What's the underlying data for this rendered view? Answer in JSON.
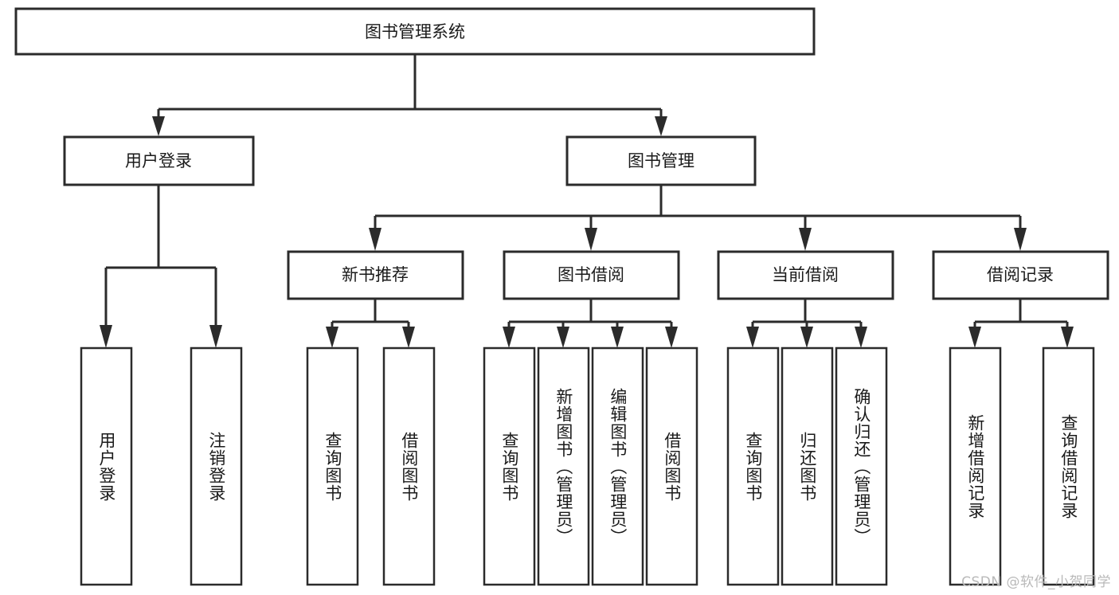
{
  "diagram": {
    "type": "tree",
    "title": "图书管理系统",
    "watermark": "CSDN @软件_小贺同学",
    "colors": {
      "stroke": "#2b2b2b",
      "fill": "#ffffff",
      "text": "#1a1a1a",
      "watermark": "#b9b9b9"
    },
    "root": {
      "label": "图书管理系统"
    },
    "level2": [
      {
        "label": "用户登录"
      },
      {
        "label": "图书管理"
      }
    ],
    "level3": [
      {
        "label": "新书推荐"
      },
      {
        "label": "图书借阅"
      },
      {
        "label": "当前借阅"
      },
      {
        "label": "借阅记录"
      }
    ],
    "leaves": {
      "user_login": [
        {
          "label": "用户登录"
        },
        {
          "label": "注销登录"
        }
      ],
      "new_book": [
        {
          "label": "查询图书"
        },
        {
          "label": "借阅图书"
        }
      ],
      "book_borrow": [
        {
          "label": "查询图书"
        },
        {
          "label": "新增图书（管理员）"
        },
        {
          "label": "编辑图书（管理员）"
        },
        {
          "label": "借阅图书"
        }
      ],
      "current_borrow": [
        {
          "label": "查询图书"
        },
        {
          "label": "归还图书"
        },
        {
          "label": "确认归还（管理员）"
        }
      ],
      "borrow_record": [
        {
          "label": "新增借阅记录"
        },
        {
          "label": "查询借阅记录"
        }
      ]
    }
  }
}
